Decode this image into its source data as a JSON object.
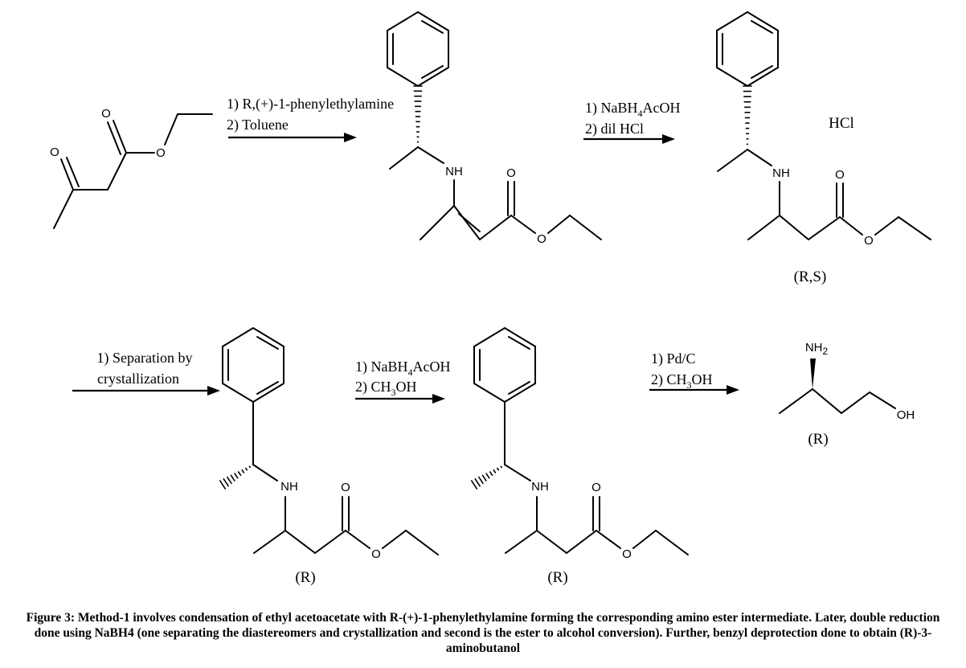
{
  "reagents": {
    "step1": {
      "line1": "1) R,(+)-1-phenylethylamine",
      "line2": "2) Toluene"
    },
    "step2": {
      "line1_pre": "1) NaBH",
      "line1_sub": "4",
      "line1_post": "AcOH",
      "line2": "2) dil HCl"
    },
    "step3": {
      "line1": "1) Separation by",
      "line2": "crystallization"
    },
    "step4": {
      "line1_pre": "1) NaBH",
      "line1_sub": "4",
      "line1_post": "AcOH",
      "line2_pre": "2) CH",
      "line2_sub": "3",
      "line2_post": "OH"
    },
    "step5": {
      "line1": "1) Pd/C",
      "line2_pre": "2) CH",
      "line2_sub": "3",
      "line2_post": "OH"
    }
  },
  "atoms": {
    "oxygen": "O",
    "nh": "NH",
    "nh2": "NH",
    "nh2_sub": "2",
    "oh": "OH"
  },
  "salt": "HCl",
  "stereo": {
    "diastereomer_mix": "(R,S)",
    "intermediate_a": "(R)",
    "intermediate_b": "(R)",
    "product": "(R)"
  },
  "caption": "Figure 3: Method-1 involves condensation of ethyl acetoacetate with R-(+)-1-phenylethylamine forming the corresponding amino ester intermediate. Later, double reduction done using NaBH4 (one separating the diastereomers and crystallization and second is the ester to alcohol conversion). Further, benzyl deprotection done to obtain (R)-3-aminobutanol"
}
